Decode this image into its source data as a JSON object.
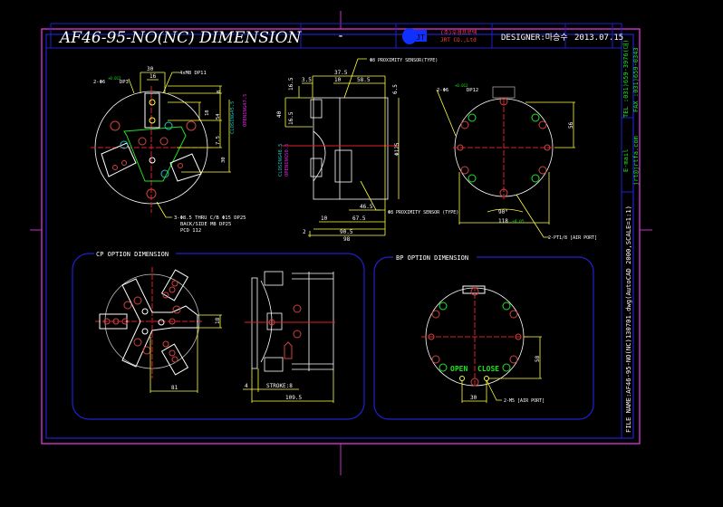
{
  "title_block": {
    "title": "AF46-95-NO(NC) DIMENSION",
    "revision": "-",
    "company_kr": "(주)우경프로텍",
    "company_en": "JRT CO.,Ltd",
    "designer": "DESIGNER:마승수",
    "date": "2013.07.15"
  },
  "side_panel": {
    "tel": "TEL :031)659-3976(대)",
    "fax": "FAX :031)659-0343",
    "email_label": "E-mail",
    "email": "jrt@jrtfa.com",
    "file_name": "FILE NAME:AF46-95-NO(NC)130701.dwg(AutoCAD 2000,SCALE=1:1)"
  },
  "front_view": {
    "dim_30": "30",
    "dim_16": "16",
    "tap_note": "4xM8 DP11",
    "pin_note": "2-Φ6",
    "pin_tol": "+0.012",
    "pin_depth": "DP3",
    "dim_8": "8",
    "dim_18": "18",
    "dim_54": "54",
    "dim_7_5": "7.5",
    "dim_30b": "30",
    "closing": "CLOSING45.5",
    "opening": "OPENING47.5",
    "hole_note_1": "3-Φ8.5 THRU C/B Φ15 DP25",
    "hole_note_2": "BACK/SIDE M8 DP25",
    "hole_note_3": "PCD 112"
  },
  "side_view": {
    "dim_37_5": "37.5",
    "dim_3_5": "3.5",
    "dim_10": "10",
    "dim_58_5": "58.5",
    "dim_6_5": "6.5",
    "dim_16_5a": "16.5",
    "dim_40": "40",
    "dim_16_5b": "16.5",
    "dim_125": "Φ125",
    "closing": "CLOSING48.5",
    "opening": "OPENING50.5",
    "sensor_top": "Φ8 PROXIMITY SENSOR(TYPE)",
    "sensor_bottom": "Φ8 PROXIMITY SENSOR (TYPE)",
    "dim_46_5": "46.5",
    "dim_10b": "10",
    "dim_67_5": "67.5",
    "dim_2": "2",
    "dim_90_5": "90.5",
    "dim_98": "98"
  },
  "back_view": {
    "pin_note": "2-Φ6",
    "pin_tol": "+0.012",
    "pin_depth": "DP12",
    "dim_56": "56",
    "angle": "90°",
    "dim_118": "118",
    "dim_118_tol": "±0.05",
    "port_note": "2-PT1/8 [AIR PORT]"
  },
  "cp_option": {
    "header": "CP OPTION DIMENSION",
    "dim_18": "18",
    "dim_81": "81",
    "dim_4": "4",
    "stroke": "STROKE:8",
    "dim_109_5": "109.5"
  },
  "bp_option": {
    "header": "BP OPTION DIMENSION",
    "open_label": "OPEN",
    "close_label": "CLOSE",
    "dim_58": "58",
    "dim_30": "30",
    "port_note": "2-M5 [AIR PORT]"
  },
  "colors": {
    "background": "#000000",
    "frame": "#c030c0",
    "border": "#2020d0",
    "outline": "#ffffff",
    "dimension": "#ffff40",
    "centerline": "#e02020",
    "hole": "#d04040",
    "green": "#20e020",
    "cyan": "#20c0c0",
    "magenta": "#e020e0",
    "logo": "#1030ff",
    "company_text": "#ff4040"
  }
}
